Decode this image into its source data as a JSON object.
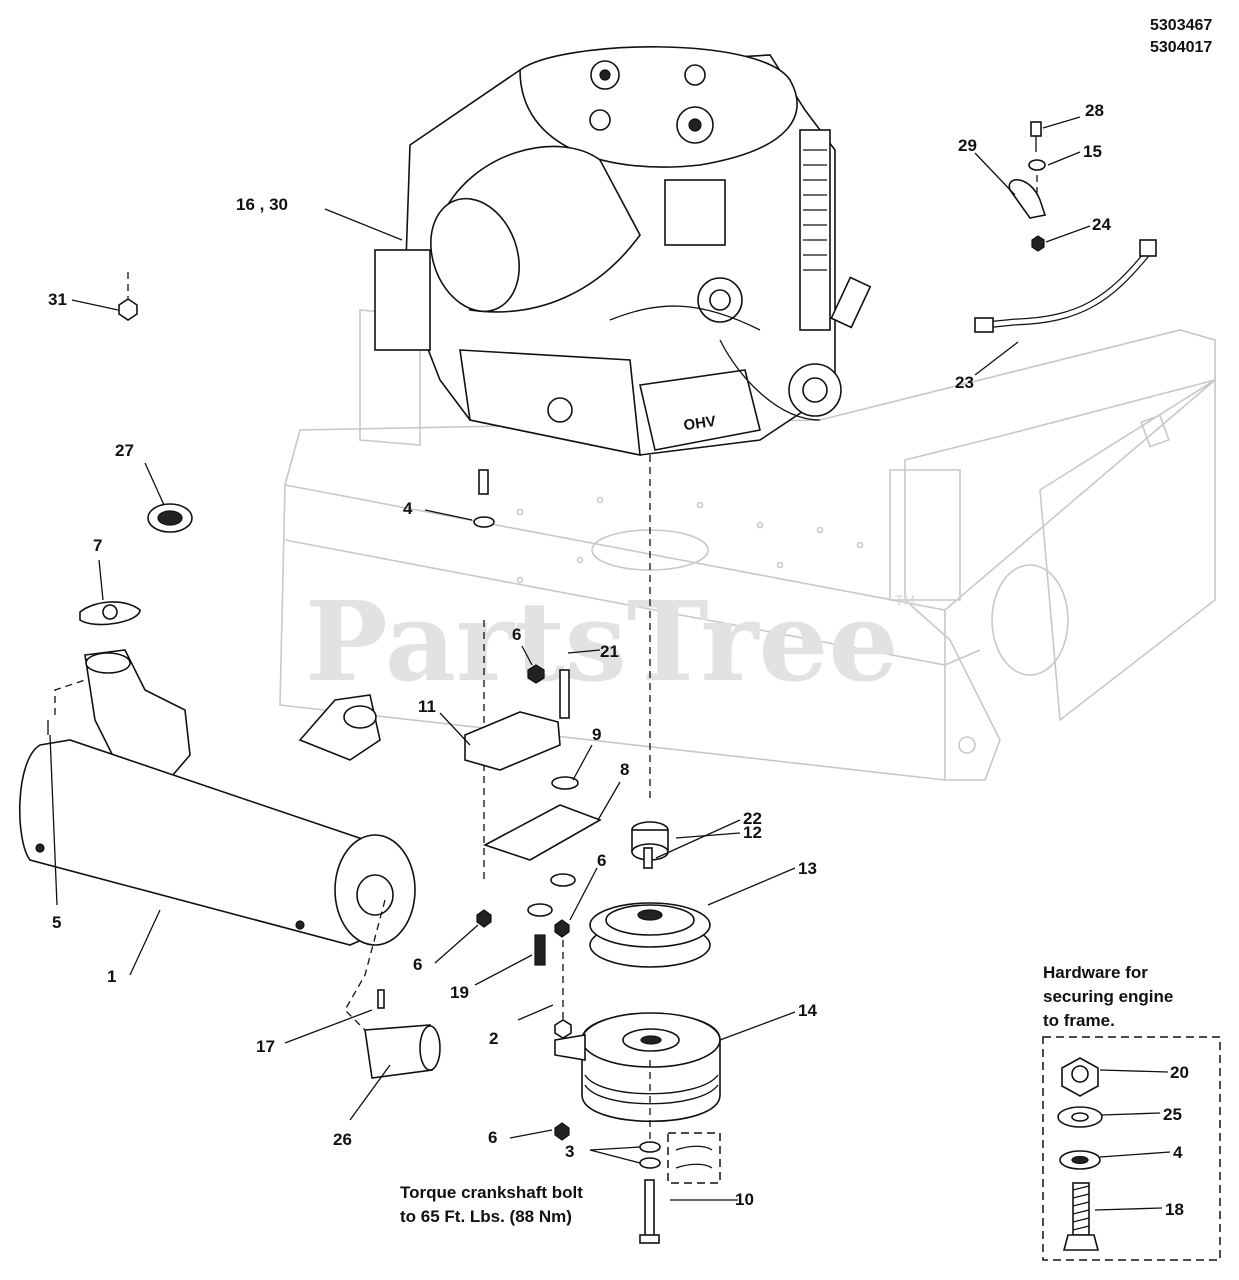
{
  "document_numbers": [
    "5303467",
    "5304017"
  ],
  "watermark": "PartsTree",
  "watermark_tm": "TM",
  "callouts": {
    "c1": "1",
    "c2": "2",
    "c3": "3",
    "c4": "4",
    "c5": "5",
    "c6a": "6",
    "c6b": "6",
    "c6c": "6",
    "c6d": "6",
    "c7": "7",
    "c8": "8",
    "c9": "9",
    "c10": "10",
    "c11": "11",
    "c12": "12",
    "c13": "13",
    "c14": "14",
    "c15": "15",
    "c16_30": "16 , 30",
    "c17": "17",
    "c19": "19",
    "c21": "21",
    "c22": "22",
    "c23": "23",
    "c24": "24",
    "c26": "26",
    "c27": "27",
    "c28": "28",
    "c29": "29",
    "c31": "31"
  },
  "torque_note": {
    "line1": "Torque crankshaft bolt",
    "line2": "to 65 Ft. Lbs. (88 Nm)"
  },
  "engine_badge": "OHV",
  "hardware_box": {
    "title_line1": "Hardware for",
    "title_line2": "securing engine",
    "title_line3": "to frame.",
    "items": [
      "20",
      "25",
      "4",
      "18"
    ]
  }
}
